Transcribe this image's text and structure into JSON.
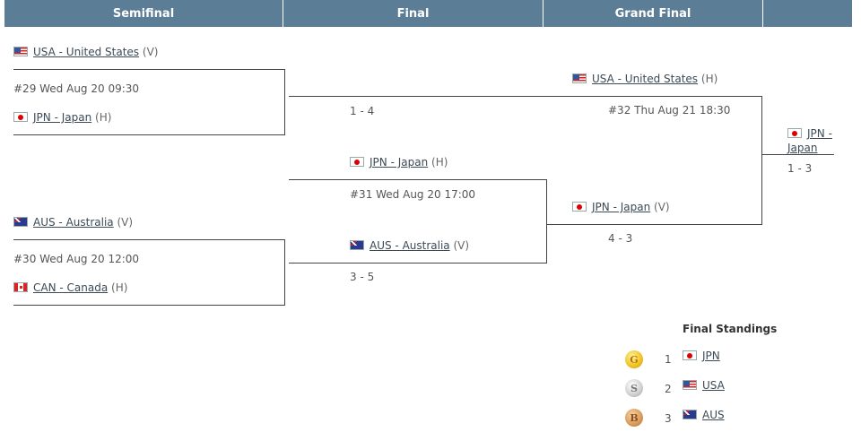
{
  "headers": {
    "semifinal": "Semifinal",
    "final": "Final",
    "grand_final": "Grand Final"
  },
  "semi1": {
    "team_top": "USA - United States",
    "team_top_side": "(V)",
    "team_top_flag": "usa",
    "match_info": "#29 Wed Aug 20 09:30",
    "team_bottom": "JPN - Japan",
    "team_bottom_side": "(H)",
    "team_bottom_flag": "jpn",
    "score": "1 - 4"
  },
  "semi2": {
    "team_top": "AUS - Australia",
    "team_top_side": "(V)",
    "team_top_flag": "aus",
    "match_info": "#30 Wed Aug 20 12:00",
    "team_bottom": "CAN - Canada",
    "team_bottom_side": "(H)",
    "team_bottom_flag": "can",
    "score": "3 - 5"
  },
  "final": {
    "team_top": "JPN - Japan",
    "team_top_side": "(H)",
    "team_top_flag": "jpn",
    "match_info": "#31 Wed Aug 20 17:00",
    "team_bottom": "AUS - Australia",
    "team_bottom_side": "(V)",
    "team_bottom_flag": "aus",
    "score": "4 - 3"
  },
  "grand_final": {
    "team_top": "USA - United States",
    "team_top_side": "(H)",
    "team_top_flag": "usa",
    "match_info": "#32 Thu Aug 21 18:30",
    "team_bottom": "JPN - Japan",
    "team_bottom_side": "(V)",
    "team_bottom_flag": "jpn",
    "score": "1 - 3"
  },
  "winner": {
    "team_line1": "JPN -",
    "team_line2": "Japan",
    "flag": "jpn"
  },
  "standings": {
    "title": "Final Standings",
    "rows": [
      {
        "medal": "G",
        "medal_icon": "gold-medal-icon",
        "rank": "1",
        "team": "JPN",
        "flag": "jpn"
      },
      {
        "medal": "S",
        "medal_icon": "silver-medal-icon",
        "rank": "2",
        "team": "USA",
        "flag": "usa"
      },
      {
        "medal": "B",
        "medal_icon": "bronze-medal-icon",
        "rank": "3",
        "team": "AUS",
        "flag": "aus"
      }
    ]
  },
  "colors": {
    "header_bg": "#5c7d96",
    "header_text": "#ffffff",
    "bracket_line": "#444444",
    "link": "#3c4a56"
  }
}
